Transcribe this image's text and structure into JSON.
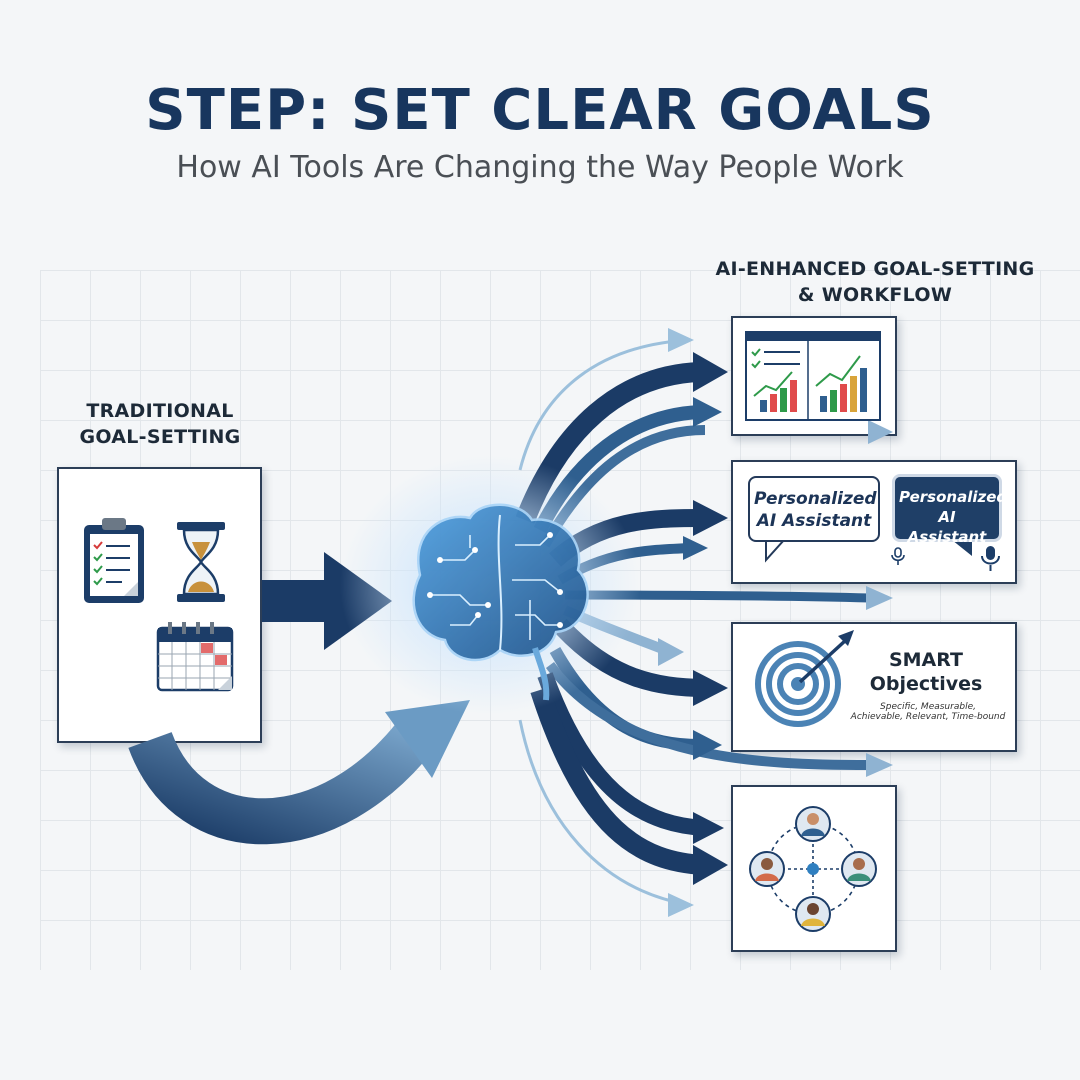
{
  "header": {
    "title": "STEP: SET CLEAR GOALS",
    "subtitle": "How AI Tools Are Changing the Way People Work"
  },
  "left": {
    "label_line1": "TRADITIONAL",
    "label_line2": "GOAL-SETTING",
    "icons": [
      "clipboard-checklist-icon",
      "hourglass-icon",
      "calendar-icon"
    ]
  },
  "center": {
    "icon": "circuit-brain-icon"
  },
  "right": {
    "label_line1": "AI-ENHANCED GOAL-SETTING",
    "label_line2": "& WORKFLOW",
    "assistant": {
      "bubble_light_line1": "Personalized",
      "bubble_light_line2": "AI Assistant",
      "bubble_dark_line1": "Personalized",
      "bubble_dark_line2": "AI Assistant"
    },
    "smart": {
      "title_line1": "SMART",
      "title_line2": "Objectives",
      "sub_line1": "Specific, Measurable,",
      "sub_line2": "Achievable, Relevant, Time-bound"
    }
  },
  "colors": {
    "navy": "#1b3b66",
    "mid_blue": "#2f5f8f",
    "light_blue": "#8fb3d2",
    "title": "#18365e"
  }
}
